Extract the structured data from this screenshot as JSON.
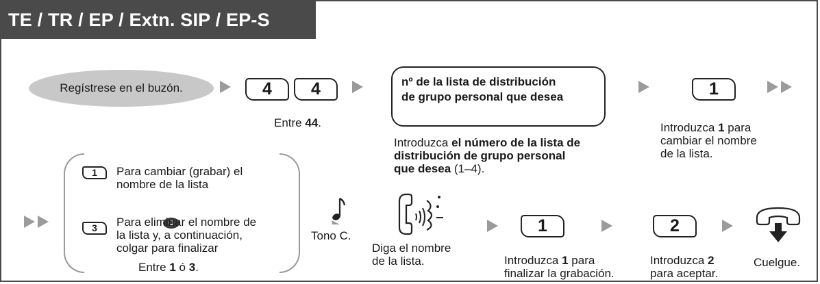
{
  "header": {
    "title": "TE / TR / EP / Extn. SIP / EP-S"
  },
  "step1": {
    "pill": "Regístrese en el buzón."
  },
  "step2": {
    "key1": "4",
    "key2": "4",
    "caption_prefix": "Entre ",
    "caption_bold": "44",
    "caption_suffix": "."
  },
  "step3": {
    "box_line1": "nº de la lista de distribución",
    "box_line2": "de grupo personal que desea",
    "desc_line1_plain": "Introduzca ",
    "desc_line1_bold": "el número de la lista de",
    "desc_line2_bold": "distribución de grupo personal",
    "desc_line3_bold": "que desea",
    "desc_line3_plain": " (1–4)."
  },
  "step4": {
    "key": "1",
    "line1_plain": "Introduzca ",
    "line1_bold": "1",
    "line1_suffix": " para",
    "line2": "cambiar el nombre",
    "line3": "de la lista."
  },
  "options": {
    "opt1_key": "1",
    "opt1_line1": "Para cambiar (grabar) el",
    "opt1_line2": "nombre de la lista",
    "or_badge": "O",
    "opt3_key": "3",
    "opt3_line1": "Para eliminar el nombre de",
    "opt3_line2": "la lista y, a continuación,",
    "opt3_line3": "colgar para finalizar",
    "caption_prefix": "Entre ",
    "caption_bold1": "1",
    "caption_mid": " ó ",
    "caption_bold2": "3",
    "caption_suffix": "."
  },
  "tone": {
    "label": "Tono C."
  },
  "speak": {
    "line1": "Diga el nombre",
    "line2": "de la lista."
  },
  "step_finish": {
    "key": "1",
    "line1_plain": "Introduzca ",
    "line1_bold": "1",
    "line1_suffix": " para",
    "line2": "finalizar la grabación."
  },
  "step_accept": {
    "key": "2",
    "line1_plain": "Introduzca ",
    "line1_bold": "2",
    "line2": "para aceptar."
  },
  "hangup": {
    "label": "Cuelgue."
  },
  "icons": [
    "arrow-right-icon",
    "double-arrow-right-icon",
    "music-note-icon",
    "speaking-handset-icon",
    "hang-up-icon"
  ],
  "colors": {
    "header_bg": "#4a4a4a",
    "pill_bg": "#c8c8c8",
    "arrow": "#9b9b9b"
  }
}
